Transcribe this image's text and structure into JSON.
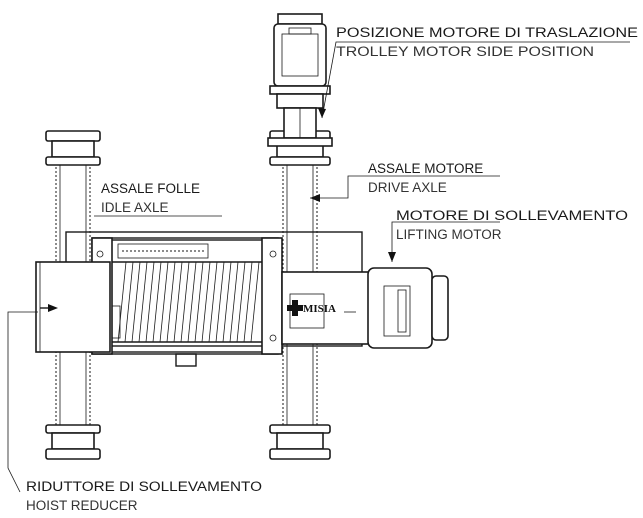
{
  "callouts": {
    "trolley_motor": {
      "it": "POSIZIONE MOTORE DI TRASLAZIONE",
      "en": "TROLLEY MOTOR SIDE POSITION"
    },
    "drive_axle": {
      "it": "ASSALE MOTORE",
      "en": "DRIVE AXLE"
    },
    "idle_axle": {
      "it": "ASSALE FOLLE",
      "en": "IDLE AXLE"
    },
    "lifting_motor": {
      "it": "MOTORE DI SOLLEVAMENTO",
      "en": "LIFTING MOTOR"
    },
    "hoist_reducer": {
      "it": "RIDUTTORE DI SOLLEVAMENTO",
      "en": "HOIST REDUCER"
    }
  },
  "brand": "MISIA"
}
